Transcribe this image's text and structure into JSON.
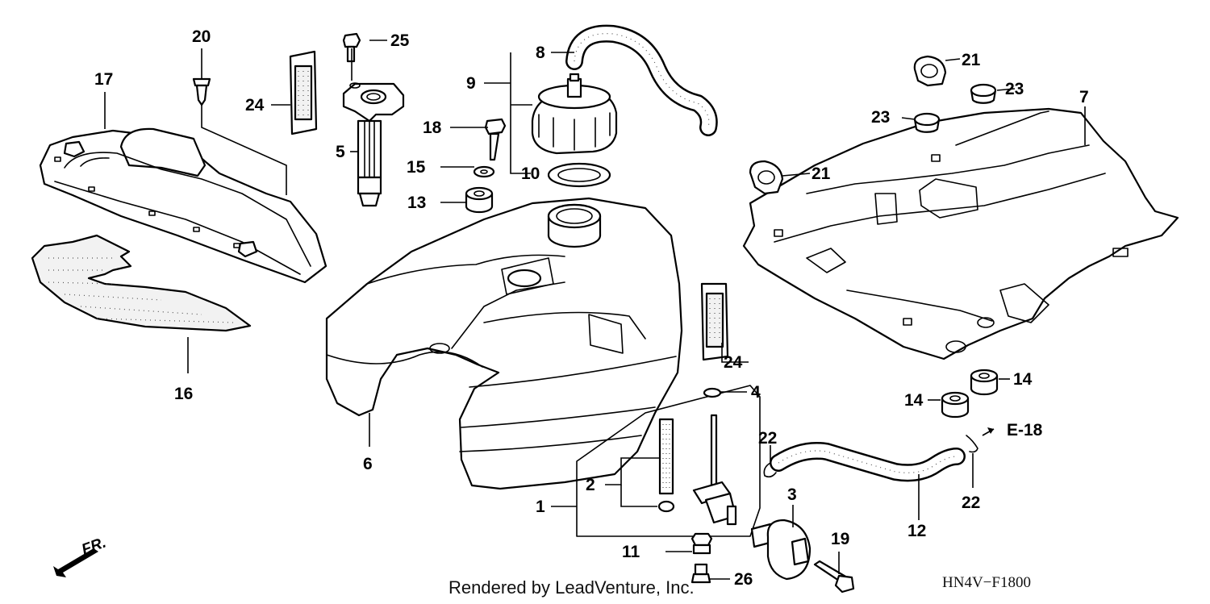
{
  "callouts": {
    "c1": "1",
    "c2": "2",
    "c3": "3",
    "c4": "4",
    "c5": "5",
    "c6": "6",
    "c7": "7",
    "c8": "8",
    "c9": "9",
    "c10": "10",
    "c11": "11",
    "c12": "12",
    "c13": "13",
    "c14a": "14",
    "c14b": "14",
    "c15": "15",
    "c16": "16",
    "c17": "17",
    "c18": "18",
    "c19": "19",
    "c20": "20",
    "c21a": "21",
    "c21b": "21",
    "c22a": "22",
    "c22b": "22",
    "c23a": "23",
    "c23b": "23",
    "c24a": "24",
    "c24b": "24",
    "c25": "25",
    "c26": "26"
  },
  "section_ref": "E-18",
  "front_marker": "FR.",
  "credit": "Rendered by LeadVenture, Inc.",
  "diagram_code": "HN4V−F1800"
}
